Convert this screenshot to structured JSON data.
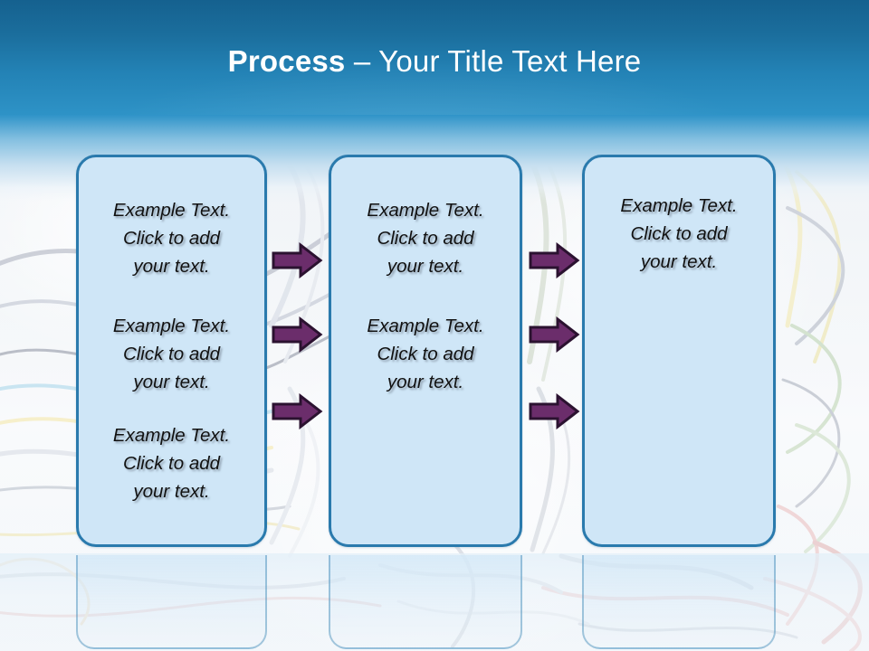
{
  "slide": {
    "title_strong": "Process",
    "title_rest": " – Your Title Text Here",
    "header_color_top": "#15618f",
    "header_color_bottom": "#2e93c7",
    "box_fill": "#cfe6f7",
    "box_border": "#2a7aad",
    "arrow_fill": "#6b2d6b",
    "arrow_outline": "#2b1230",
    "text_color": "#111111"
  },
  "boxes": [
    {
      "name": "process-box-1",
      "blocks": [
        "Example Text.\nClick  to add\nyour text.",
        "Example Text.\nClick  to add\nyour text.",
        "Example Text.\nClick  to add\nyour text."
      ]
    },
    {
      "name": "process-box-2",
      "blocks": [
        "Example Text.\nClick  to add\nyour text.",
        "Example Text.\nClick  to add\nyour text."
      ]
    },
    {
      "name": "process-box-3",
      "blocks": [
        "Example Text.\nClick  to add\nyour text."
      ]
    }
  ],
  "connectors": {
    "group_1_label": "arrows-box1-to-box2",
    "group_2_label": "arrows-box2-to-box3",
    "count_per_group": 3,
    "icon": "right-arrow-icon"
  }
}
